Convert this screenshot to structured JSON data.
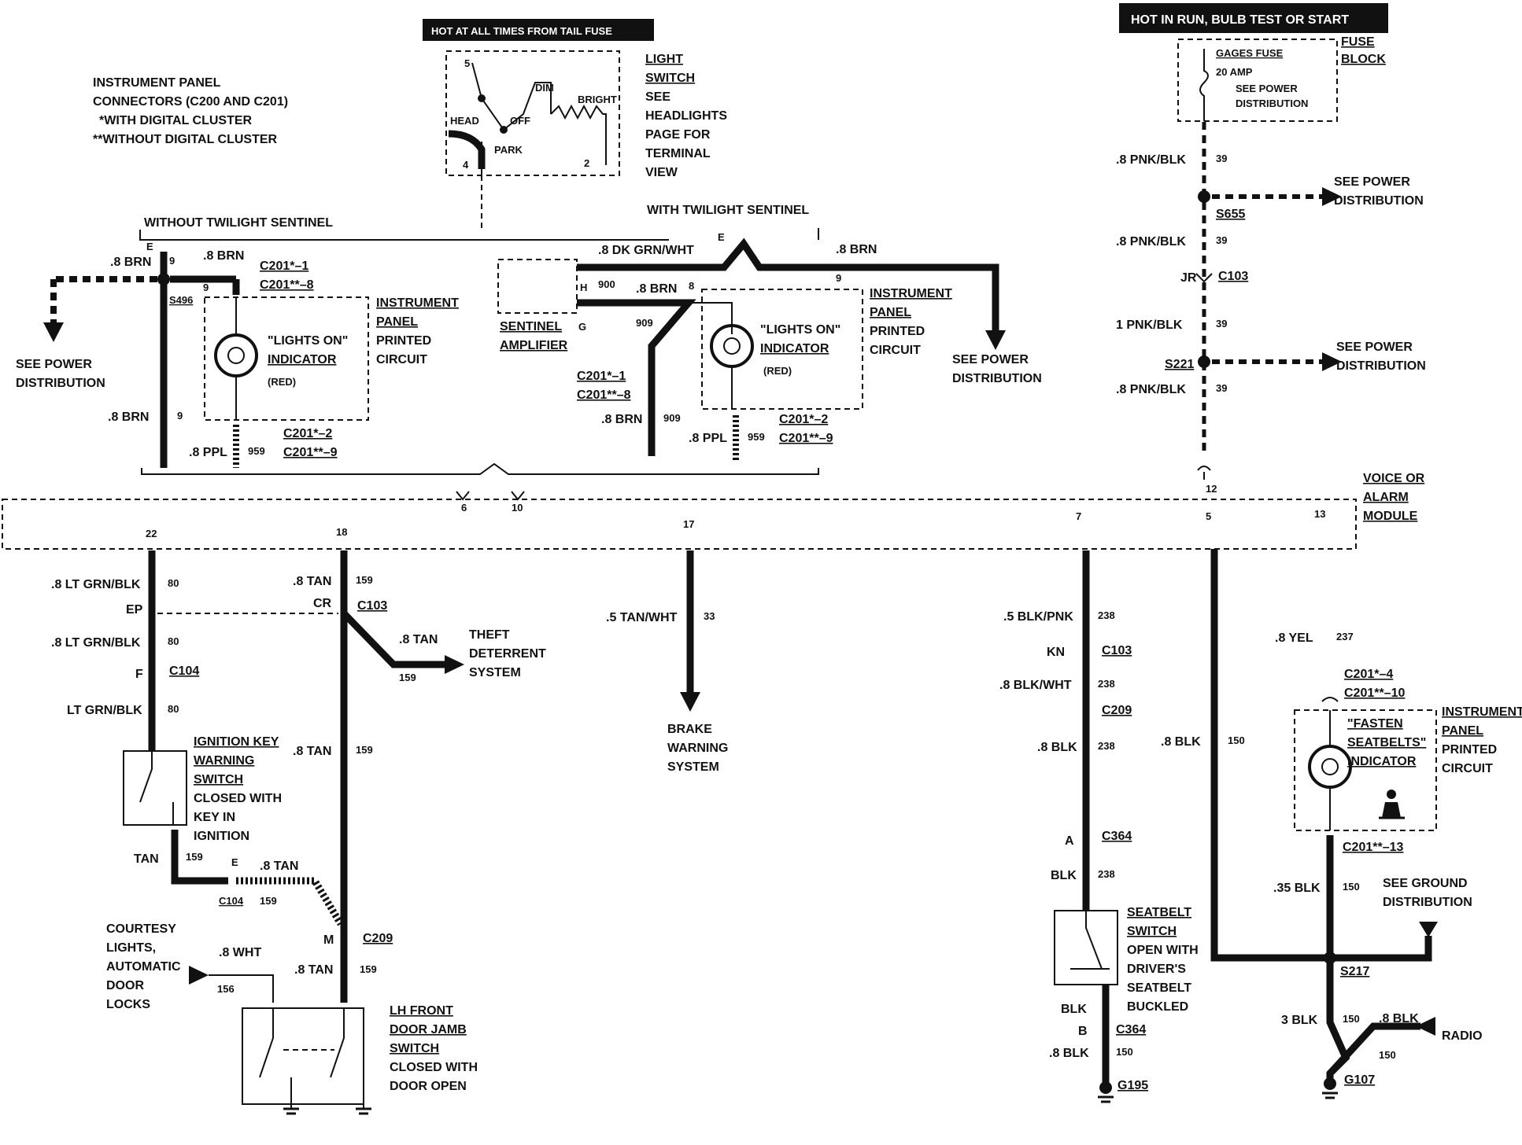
{
  "notes": {
    "connectors_title": "INSTRUMENT PANEL",
    "connectors_line2": "CONNECTORS (C200 AND C201)",
    "digital": "*WITH DIGITAL CLUSTER",
    "no_digital": "**WITHOUT DIGITAL CLUSTER"
  },
  "light_switch": {
    "header": "HOT AT ALL TIMES FROM TAIL FUSE",
    "pins": [
      "5",
      "4",
      "2"
    ],
    "positions": [
      "HEAD",
      "OFF",
      "PARK",
      "DIM",
      "BRIGHT"
    ],
    "title_lines": [
      "LIGHT",
      "SWITCH"
    ],
    "note_lines": [
      "SEE",
      "HEADLIGHTS",
      "PAGE FOR",
      "TERMINAL",
      "VIEW"
    ]
  },
  "fuse_block": {
    "header": "HOT IN RUN, BULB TEST OR START",
    "fuse_name": "GAGES FUSE",
    "fuse_amp": "20 AMP",
    "fuse_note_lines": [
      "SEE POWER",
      "DISTRIBUTION"
    ],
    "block_lines": [
      "FUSE",
      "BLOCK"
    ]
  },
  "see_power_distribution": [
    "SEE POWER",
    "DISTRIBUTION"
  ],
  "see_ground_distribution": [
    "SEE GROUND",
    "DISTRIBUTION"
  ],
  "without_twilight": {
    "title": "WITHOUT TWILIGHT SENTINEL",
    "wire_brn": ".8 BRN",
    "circuit_9": "9",
    "pin_e": "E",
    "splice": "S496",
    "conn_a1": "C201*–1",
    "conn_a2": "C201**–8",
    "conn_b1": "C201*–2",
    "conn_b2": "C201**–9",
    "wire_ppl": ".8 PPL",
    "circuit_959": "959",
    "indicator_lines": [
      "\"LIGHTS ON\"",
      "INDICATOR"
    ],
    "indicator_color": "(RED)",
    "panel_lines": [
      "INSTRUMENT",
      "PANEL",
      "PRINTED",
      "CIRCUIT"
    ]
  },
  "with_twilight": {
    "title": "WITH TWILIGHT SENTINEL",
    "wire_dkgrn": ".8 DK GRN/WHT",
    "wire_brn": ".8 BRN",
    "circuit_900": "900",
    "circuit_909": "909",
    "circuit_9": "9",
    "pin_8": "8",
    "pin_e": "E",
    "pin_h": "H",
    "pin_g": "G",
    "amp_lines": [
      "SENTINEL",
      "AMPLIFIER"
    ],
    "conn_a1": "C201*–1",
    "conn_a2": "C201**–8",
    "conn_b1": "C201*–2",
    "conn_b2": "C201**–9",
    "wire_ppl": ".8 PPL",
    "circuit_959": "959",
    "indicator_lines": [
      "\"LIGHTS ON\"",
      "INDICATOR"
    ],
    "indicator_color": "(RED)",
    "panel_lines": [
      "INSTRUMENT",
      "PANEL",
      "PRINTED",
      "CIRCUIT"
    ]
  },
  "right_feed": {
    "wire1": ".8 PNK/BLK",
    "c39": "39",
    "splice1": "S655",
    "pin_jr": "JR",
    "conn_c103": "C103",
    "wire3": "1 PNK/BLK",
    "splice2": "S221"
  },
  "module": {
    "title_lines": [
      "VOICE OR",
      "ALARM",
      "MODULE"
    ],
    "pins": {
      "p6": "6",
      "p10": "10",
      "p12": "12",
      "p22": "22",
      "p18": "18",
      "p17": "17",
      "p7": "7",
      "p5": "5",
      "p13": "13"
    }
  },
  "ignition_branch": {
    "wire1": ".8 LT GRN/BLK",
    "c80": "80",
    "pin_ep": "EP",
    "pin_f": "F",
    "conn_c104": "C104",
    "wire3": "LT GRN/BLK",
    "switch_lines": [
      "IGNITION KEY",
      "WARNING",
      "SWITCH"
    ],
    "switch_note_lines": [
      "CLOSED WITH",
      "KEY IN",
      "IGNITION"
    ],
    "wire_tan": "TAN",
    "c159": "159",
    "pin_e": "E",
    "wire_8tan": ".8 TAN"
  },
  "door_branch": {
    "wire_tan": ".8 TAN",
    "c159": "159",
    "pin_cr": "CR",
    "conn_c103": "C103",
    "theft_lines": [
      "THEFT",
      "DETERRENT",
      "SYSTEM"
    ],
    "pin_m": "M",
    "conn_c209": "C209",
    "courtesy_lines": [
      "COURTESY",
      "LIGHTS,",
      "AUTOMATIC",
      "DOOR",
      "LOCKS"
    ],
    "wire_wht": ".8 WHT",
    "c156": "156",
    "switch_lines": [
      "LH FRONT",
      "DOOR JAMB",
      "SWITCH"
    ],
    "switch_note_lines": [
      "CLOSED WITH",
      "DOOR OPEN"
    ]
  },
  "brake_branch": {
    "wire": ".5 TAN/WHT",
    "c33": "33",
    "target_lines": [
      "BRAKE",
      "WARNING",
      "SYSTEM"
    ]
  },
  "seatbelt_branch": {
    "wire1": ".5 BLK/PNK",
    "c238": "238",
    "pin_kn": "KN",
    "conn_c103": "C103",
    "wire2": ".8 BLK/WHT",
    "conn_c209": "C209",
    "wire3": ".8 BLK",
    "pin_a": "A",
    "conn_c364": "C364",
    "wire4": "BLK",
    "switch_lines": [
      "SEATBELT",
      "SWITCH"
    ],
    "switch_note_lines": [
      "OPEN WITH",
      "DRIVER'S",
      "SEATBELT",
      "BUCKLED"
    ],
    "wire5": "BLK",
    "pin_b": "B",
    "conn_c364b": "C364",
    "wire6": ".8 BLK",
    "c150": "150",
    "ground": "G195"
  },
  "ground_branch": {
    "wire_blk": ".8 BLK",
    "c150": "150",
    "wire_yel": ".8 YEL",
    "c237": "237",
    "conn_a1": "C201*–4",
    "conn_a2": "C201**–10",
    "indicator_lines": [
      "\"FASTEN",
      "SEATBELTS\"",
      "INDICATOR"
    ],
    "panel_lines": [
      "INSTRUMENT",
      "PANEL",
      "PRINTED",
      "CIRCUIT"
    ],
    "conn_b": "C201**–13",
    "wire_35": ".35 BLK",
    "splice": "S217",
    "wire_3": "3 BLK",
    "wire_8": ".8 BLK",
    "radio": "RADIO",
    "ground": "G107"
  }
}
